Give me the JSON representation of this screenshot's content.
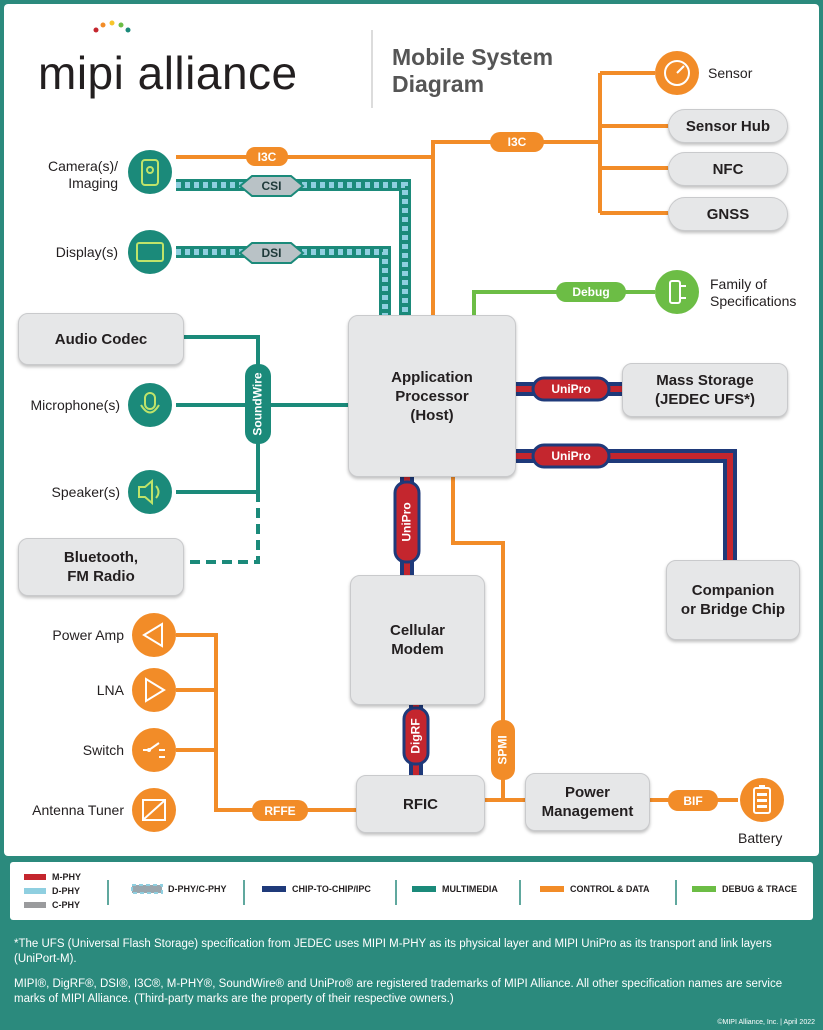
{
  "logo": {
    "text": "mipi alliance"
  },
  "title": "Mobile System\nDiagram",
  "boxes": {
    "sensor_hub": "Sensor Hub",
    "nfc": "NFC",
    "gnss": "GNSS",
    "audio_codec": "Audio Codec",
    "ap": "Application\nProcessor\n(Host)",
    "mass_storage": "Mass Storage\n(JEDEC UFS*)",
    "bluetooth": "Bluetooth,\nFM Radio",
    "modem": "Cellular\nModem",
    "companion": "Companion\nor Bridge Chip",
    "rfic": "RFIC",
    "power_mgmt": "Power\nManagement"
  },
  "labels": {
    "sensor": "Sensor",
    "camera": "Camera(s)/\nImaging",
    "display": "Display(s)",
    "family": "Family of\nSpecifications",
    "microphone": "Microphone(s)",
    "speaker": "Speaker(s)",
    "power_amp": "Power Amp",
    "lna": "LNA",
    "switch": "Switch",
    "antenna": "Antenna Tuner",
    "battery": "Battery"
  },
  "link_tags": {
    "i3c_camera": "I3C",
    "i3c_sensors": "I3C",
    "csi": "CSI",
    "dsi": "DSI",
    "debug": "Debug",
    "soundwire": "SoundWire",
    "unipro_storage": "UniPro",
    "unipro_companion": "UniPro",
    "unipro_modem": "UniPro",
    "digrf": "DigRF",
    "spmi": "SPMI",
    "rffe": "RFFE",
    "bif": "BIF"
  },
  "legend": {
    "mphy": "M-PHY",
    "dphy": "D-PHY",
    "cphy": "C-PHY",
    "dcphy": "D-PHY/C-PHY",
    "c2c": "CHIP-TO-CHIP/IPC",
    "multimedia": "MULTIMEDIA",
    "control": "CONTROL & DATA",
    "debug": "DEBUG & TRACE"
  },
  "footnotes": {
    "ufs": "*The UFS (Universal Flash Storage) specification from JEDEC uses MIPI M-PHY as its physical layer and MIPI UniPro as its transport and link layers (UniPort-M).",
    "trademark": "MIPI®, DigRF®, DSI®, I3C®, M-PHY®, SoundWire® and UniPro® are registered trademarks of MIPI Alliance. All other specification names are service marks of MIPI Alliance. (Third-party marks are the property of their respective owners.)",
    "copyright": "©MIPI Alliance, Inc. | April 2022"
  },
  "colors": {
    "orange": "#f28c28",
    "teal": "#1b8a7a",
    "green": "#6cbd45",
    "red": "#c4262e",
    "navy": "#1f3a7a",
    "lightblue": "#8fcfe0",
    "gray": "#9a9b9d"
  },
  "icons": {
    "sensor": "gauge-icon",
    "camera": "camera-icon",
    "display": "display-icon",
    "family": "plug-icon",
    "microphone": "microphone-icon",
    "speaker": "speaker-icon",
    "power_amp": "triangle-left-icon",
    "lna": "triangle-right-icon",
    "switch": "switch-icon",
    "antenna": "tuner-icon",
    "battery": "battery-icon"
  }
}
